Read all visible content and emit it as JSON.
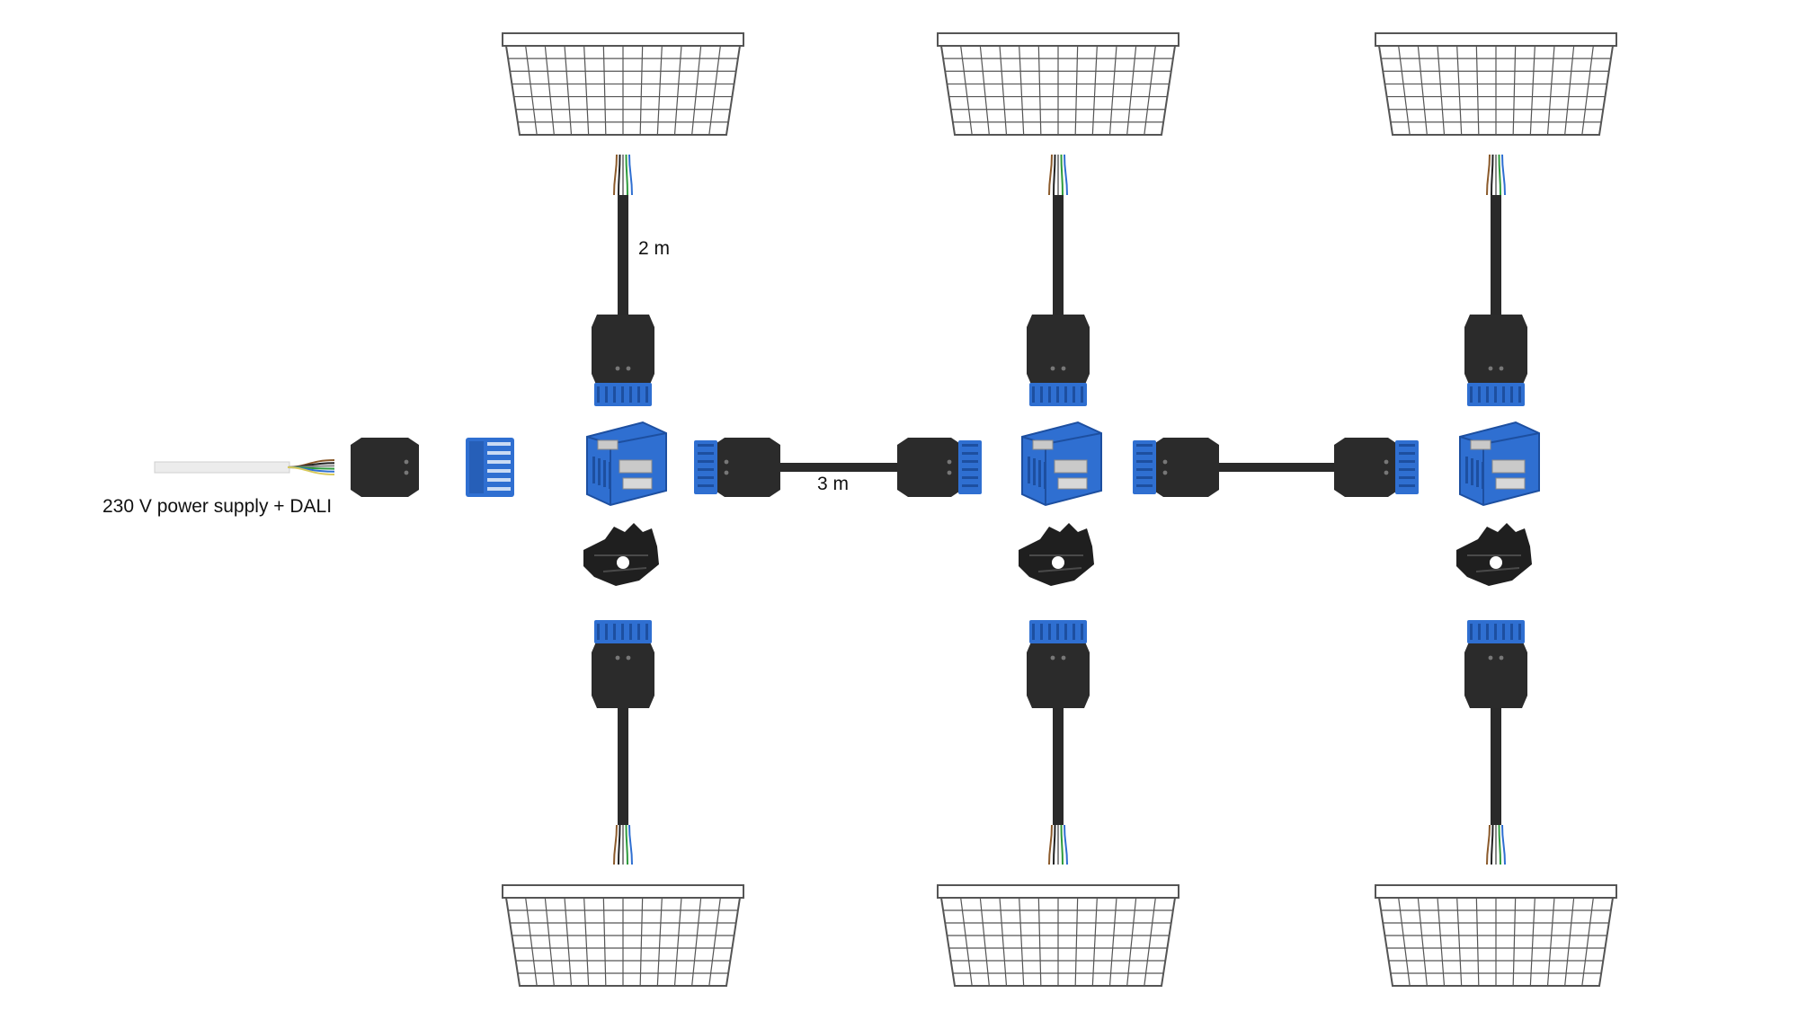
{
  "labels": {
    "power_supply": "230 V power supply + DALI",
    "drop_cable_length": "2 m",
    "link_cable_length": "3 m"
  },
  "colors": {
    "background": "#ffffff",
    "connector_body": "#2b2b2b",
    "connector_blue": "#2f6fd1",
    "connector_blue_dark": "#1d4fa0",
    "cable": "#2a2a2a",
    "panel_frame": "#555555",
    "wire_colors": [
      "#8b5a2b",
      "#222222",
      "#888888",
      "#2e9b3c",
      "#2f6fd1",
      "#d8c95a"
    ]
  },
  "icons": {
    "luminaire": "ceiling-panel-luminaire-icon",
    "wire_end": "stripped-wire-end-icon",
    "plug": "connector-plug-icon",
    "distributor": "t-distributor-icon",
    "strain_relief": "strain-relief-clip-icon",
    "supply_cable": "supply-cable-icon"
  }
}
